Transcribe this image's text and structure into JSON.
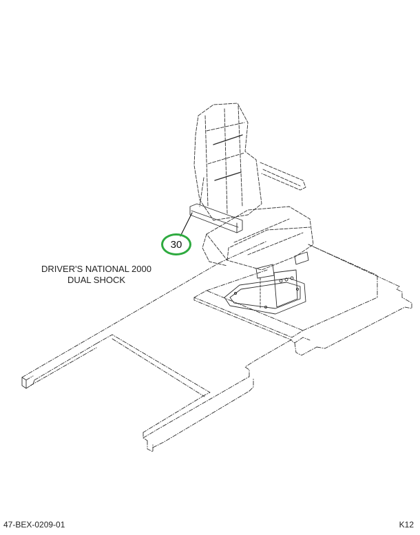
{
  "diagram": {
    "caption_line1": "DRIVER'S NATIONAL 2000",
    "caption_line2": "DUAL SHOCK",
    "callouts": [
      {
        "label": "30",
        "part": "armrest",
        "color": "#2eaa3f"
      }
    ]
  },
  "footer": {
    "drawing_number": "47-BEX-0209-01",
    "page_ref": "K12"
  },
  "colors": {
    "line": "#2a2a2a",
    "callout_ring": "#2eaa3f",
    "background": "#ffffff"
  }
}
